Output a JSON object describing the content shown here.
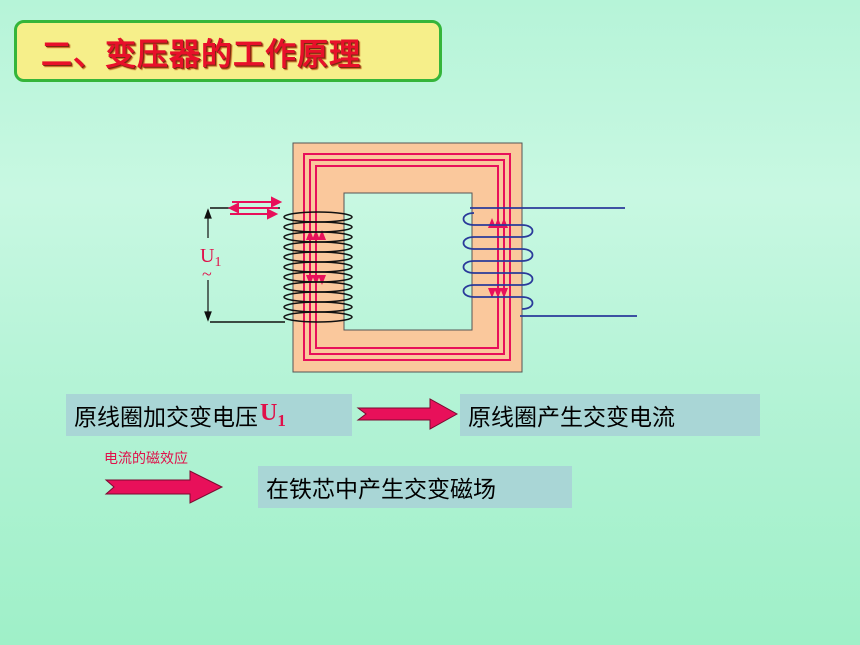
{
  "title": "二、变压器的工作原理",
  "diagram": {
    "voltage_label": "U",
    "voltage_subscript": "1",
    "ac_symbol": "~"
  },
  "steps": {
    "box1_text": "原线圈加交变电压",
    "box1_accent": "U",
    "box1_accent_sub": "1",
    "box2_text": "原线圈产生交变电流",
    "effect_label": "电流的磁效应",
    "box3_text": "在铁芯中产生交变磁场"
  },
  "colors": {
    "core": "#fac89c",
    "flux": "#e8105a",
    "primary_coil": "#000000",
    "secondary_coil": "#2a3a9a",
    "arrow": "#e8105a"
  }
}
